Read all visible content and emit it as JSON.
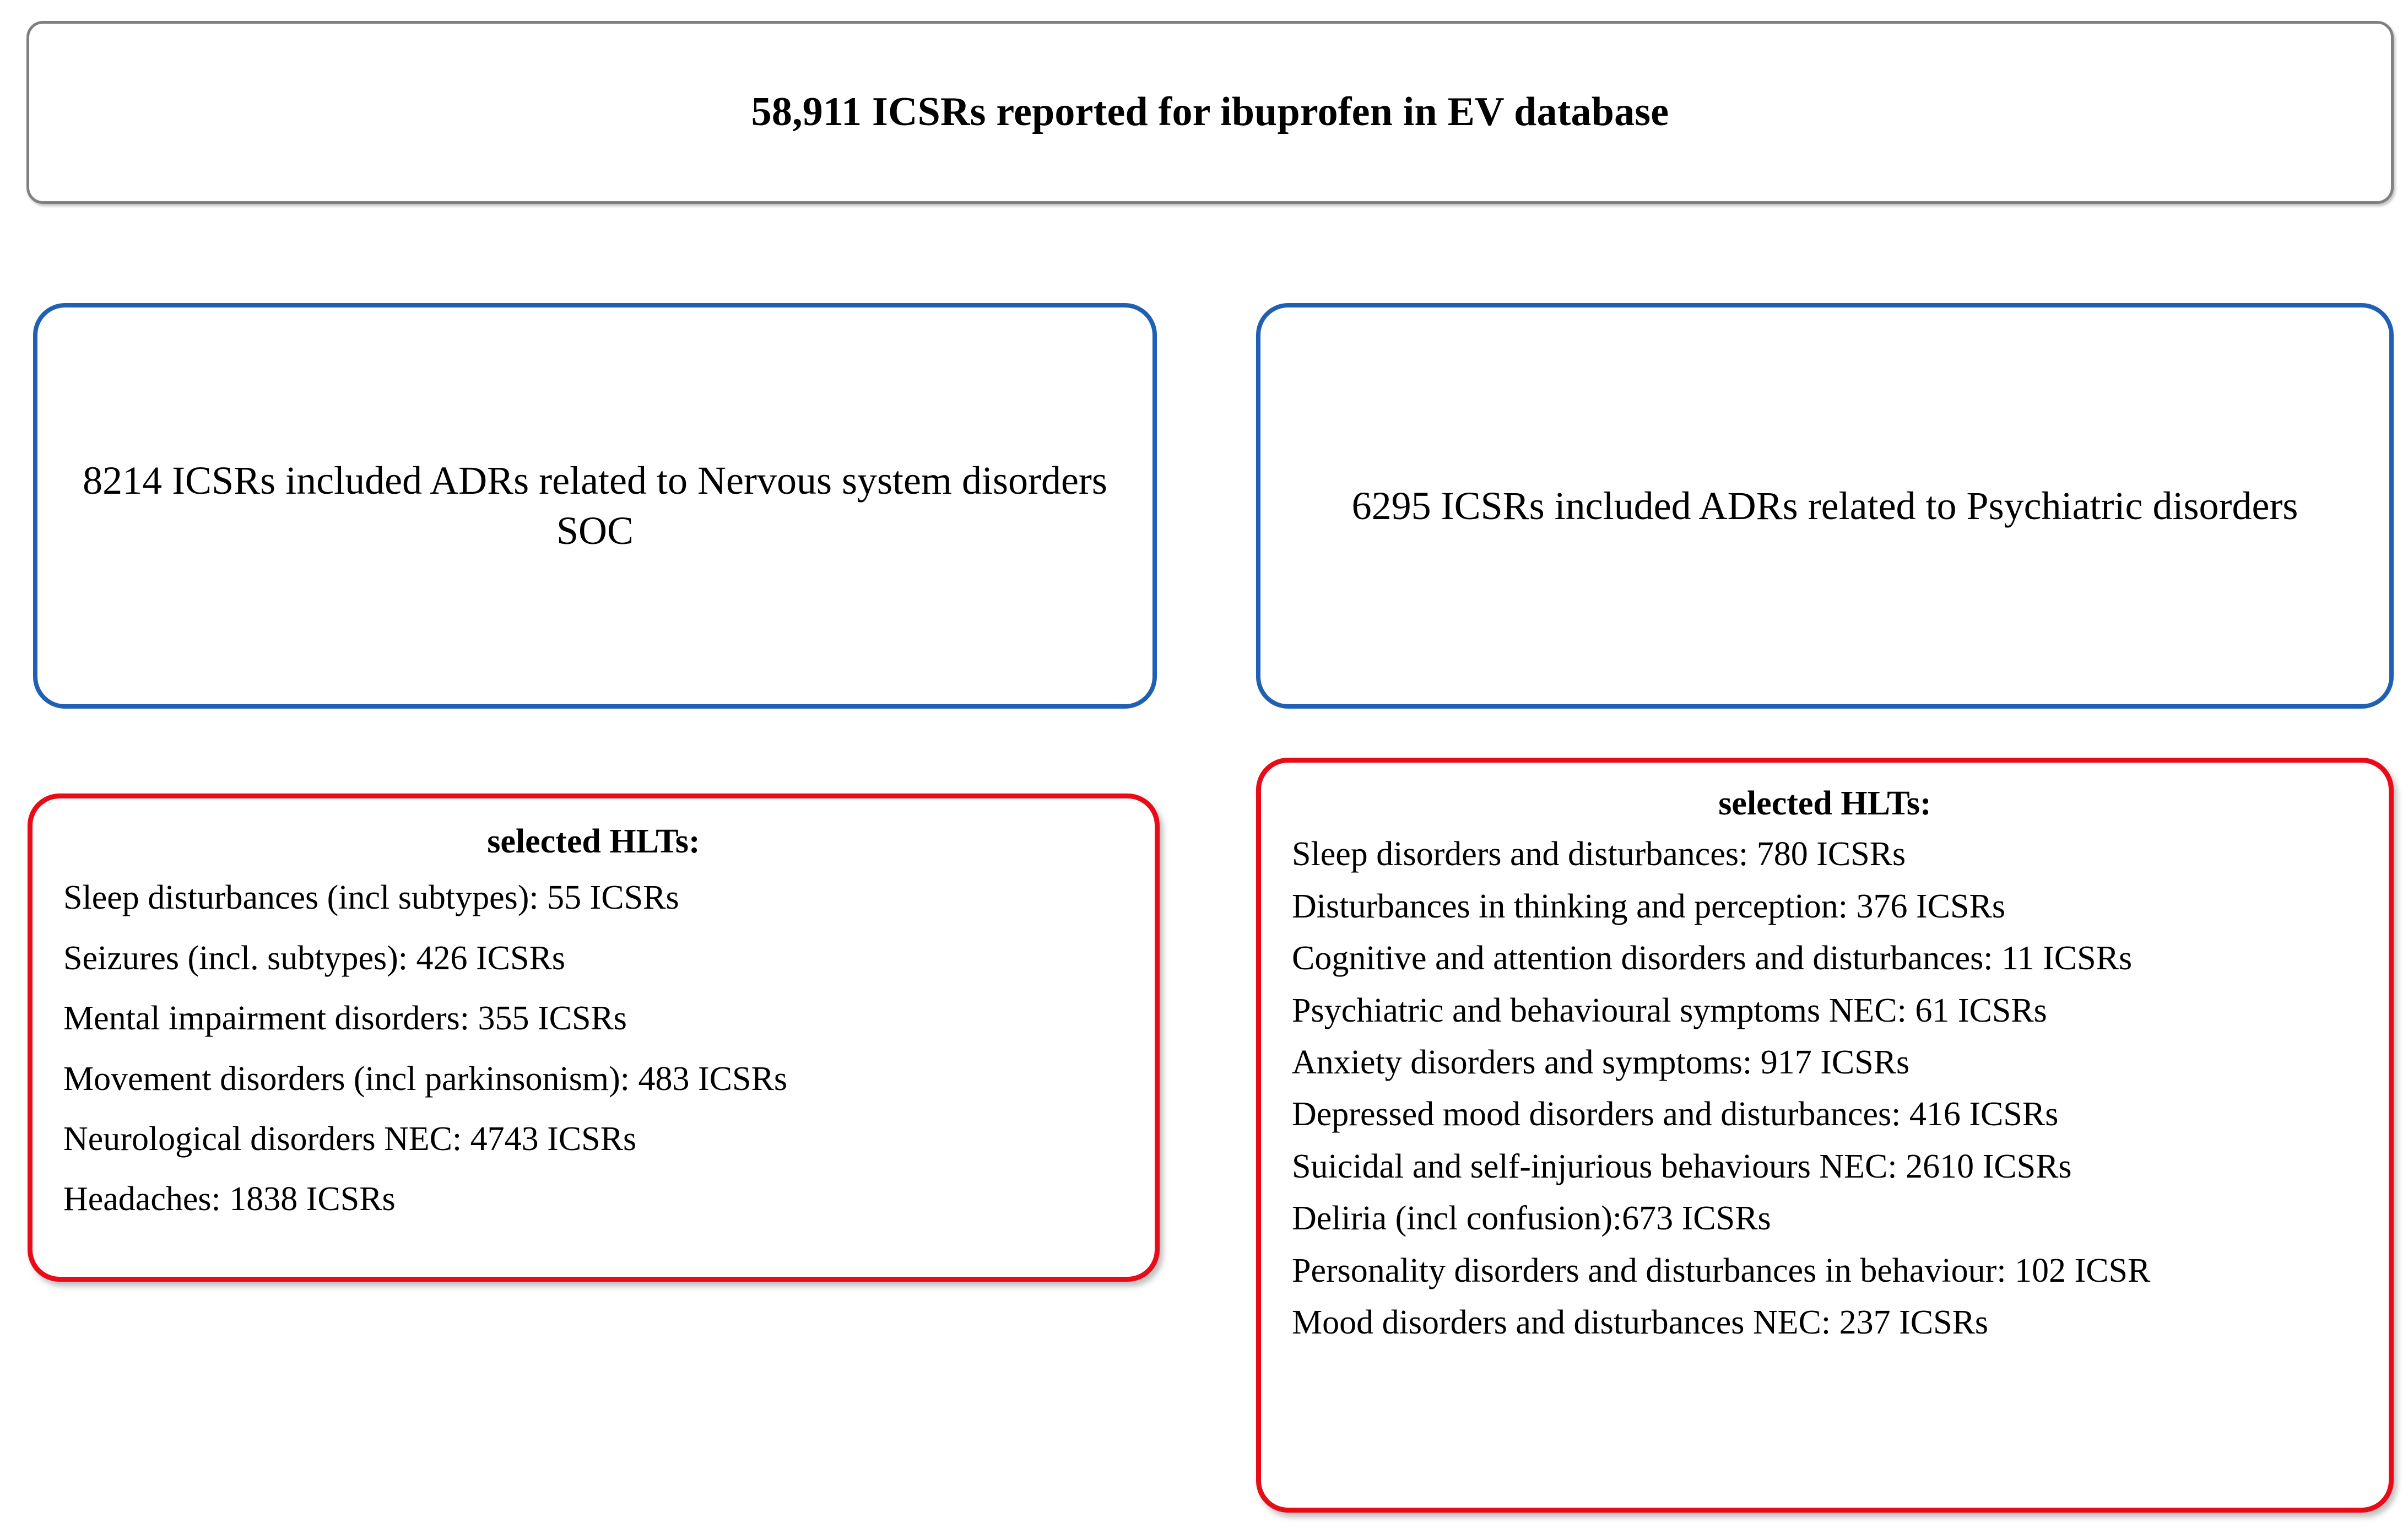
{
  "figure": {
    "type": "flowchart",
    "colors": {
      "top_box_border": "#808080",
      "soc_box_border": "#1F5FB4",
      "hlt_box_border": "#E80C18",
      "text": "#000000",
      "background": "#FFFFFF"
    }
  },
  "top_box": {
    "title": "58,911 ICSRs reported for ibuprofen in EV database",
    "count": 58911,
    "entity": "ICSRs",
    "source": "EV database",
    "drug": "ibuprofen"
  },
  "branches": [
    {
      "soc_box": {
        "text": "8214 ICSRs included ADRs related to Nervous system disorders SOC",
        "count": 8214,
        "soc": "Nervous system disorders"
      },
      "hlt_box": {
        "heading": "selected HLTs:",
        "items": [
          {
            "label": "Sleep disturbances (incl subtypes)",
            "count": 55,
            "text": "Sleep disturbances (incl subtypes): 55 ICSRs"
          },
          {
            "label": "Seizures (incl. subtypes)",
            "count": 426,
            "text": "Seizures (incl. subtypes): 426 ICSRs"
          },
          {
            "label": "Mental impairment disorders",
            "count": 355,
            "text": "Mental impairment disorders: 355 ICSRs"
          },
          {
            "label": "Movement disorders (incl parkinsonism)",
            "count": 483,
            "text": "Movement disorders  (incl parkinsonism): 483 ICSRs"
          },
          {
            "label": "Neurological disorders NEC",
            "count": 4743,
            "text": "Neurological disorders  NEC: 4743 ICSRs"
          },
          {
            "label": "Headaches",
            "count": 1838,
            "text": "Headaches: 1838 ICSRs"
          }
        ]
      }
    },
    {
      "soc_box": {
        "text": "6295 ICSRs included ADRs related to Psychiatric disorders",
        "count": 6295,
        "soc": "Psychiatric disorders"
      },
      "hlt_box": {
        "heading": "selected HLTs:",
        "items": [
          {
            "label": "Sleep disorders and disturbances",
            "count": 780,
            "text": "Sleep disorders  and disturbances: 780 ICSRs"
          },
          {
            "label": "Disturbances in thinking and perception",
            "count": 376,
            "text": "Disturbances in thinking and perception: 376 ICSRs"
          },
          {
            "label": "Cognitive and attention disorders and disturbances",
            "count": 11,
            "text": "Cognitive and attention disorders  and disturbances: 11 ICSRs"
          },
          {
            "label": "Psychiatric and behavioural symptoms NEC",
            "count": 61,
            "text": "Psychiatric and behavioural symptoms NEC: 61 ICSRs"
          },
          {
            "label": "Anxiety disorders and symptoms",
            "count": 917,
            "text": "Anxiety disorders  and symptoms: 917 ICSRs"
          },
          {
            "label": "Depressed mood disorders and disturbances",
            "count": 416,
            "text": "Depressed mood disorders  and disturbances: 416 ICSRs"
          },
          {
            "label": "Suicidal and self-injurious behaviours NEC",
            "count": 2610,
            "text": "Suicidal and self-injurious behaviours NEC: 2610 ICSRs"
          },
          {
            "label": "Deliria (incl confusion)",
            "count": 673,
            "text": "Deliria (incl confusion):673 ICSRs"
          },
          {
            "label": "Personality disorders and disturbances in behaviour",
            "count": 102,
            "text": "Personality disorders  and disturbances in behaviour: 102 ICSR"
          },
          {
            "label": "Mood disorders and disturbances NEC",
            "count": 237,
            "text": "Mood disorders  and disturbances NEC: 237 ICSRs"
          }
        ]
      }
    }
  ]
}
